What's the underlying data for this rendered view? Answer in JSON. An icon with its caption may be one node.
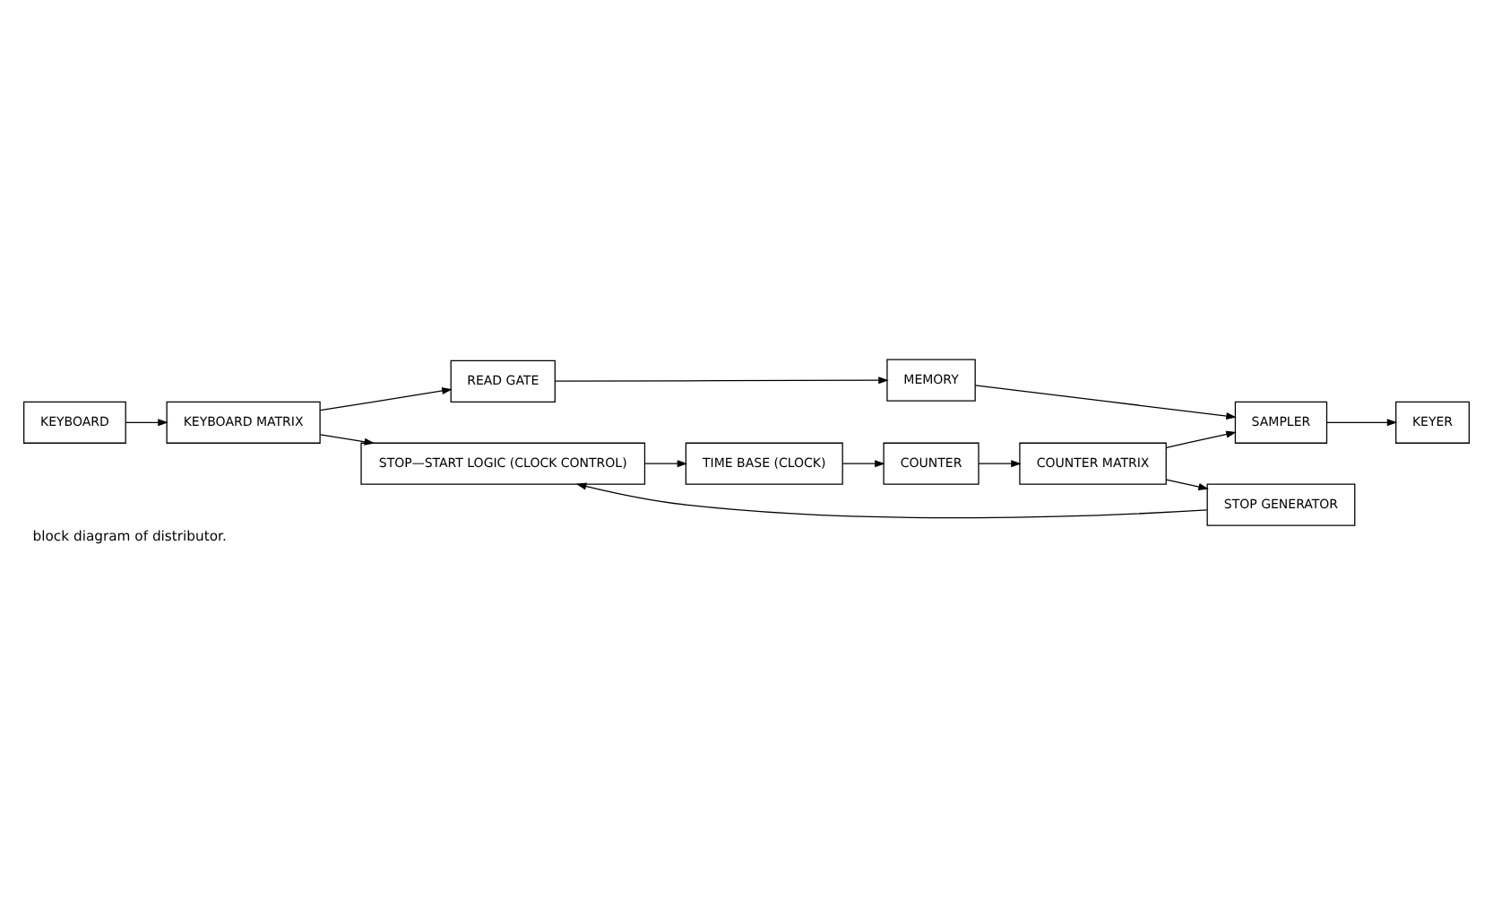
{
  "diagram": {
    "caption": "block diagram of distributor.",
    "nodes": [
      {
        "text": [
          "KEYBOARD"
        ]
      },
      {
        "text": [
          "KEYBOARD MATRIX"
        ]
      },
      {
        "text": [
          "READ GATE"
        ]
      },
      {
        "text": [
          "MEMORY"
        ]
      },
      {
        "text": [
          "SAMPLER"
        ]
      },
      {
        "text": [
          "KEYER"
        ]
      },
      {
        "text": [
          "COUNTER MATRIX"
        ]
      },
      {
        "text": [
          "STOP GENERATOR"
        ]
      },
      {
        "text": [
          "COUNTER"
        ]
      },
      {
        "text": [
          "STOP—START LOGIC (CLOCK CONTROL)"
        ]
      },
      {
        "text": [
          "TIME BASE (CLOCK)"
        ]
      }
    ],
    "edges": [
      {
        "from": 0,
        "to": 1,
        "arrow": "to"
      },
      {
        "from": 1,
        "to": 2,
        "arrow": "to"
      },
      {
        "from": 2,
        "to": 3,
        "arrow": "to"
      },
      {
        "from": 3,
        "to": 4,
        "arrow": "to"
      },
      {
        "from": 4,
        "to": 5,
        "arrow": "to"
      },
      {
        "from": 6,
        "to": 4,
        "arrow": "to"
      },
      {
        "from": 6,
        "to": 7,
        "arrow": "to"
      },
      {
        "from": 1,
        "to": 9,
        "arrow": "to"
      },
      {
        "from": 7,
        "to": 9,
        "arrow": "to"
      },
      {
        "from": 9,
        "to": 10,
        "arrow": "to"
      },
      {
        "from": 10,
        "to": 8,
        "arrow": "to"
      },
      {
        "from": 8,
        "to": 6,
        "arrow": "to"
      }
    ]
  }
}
